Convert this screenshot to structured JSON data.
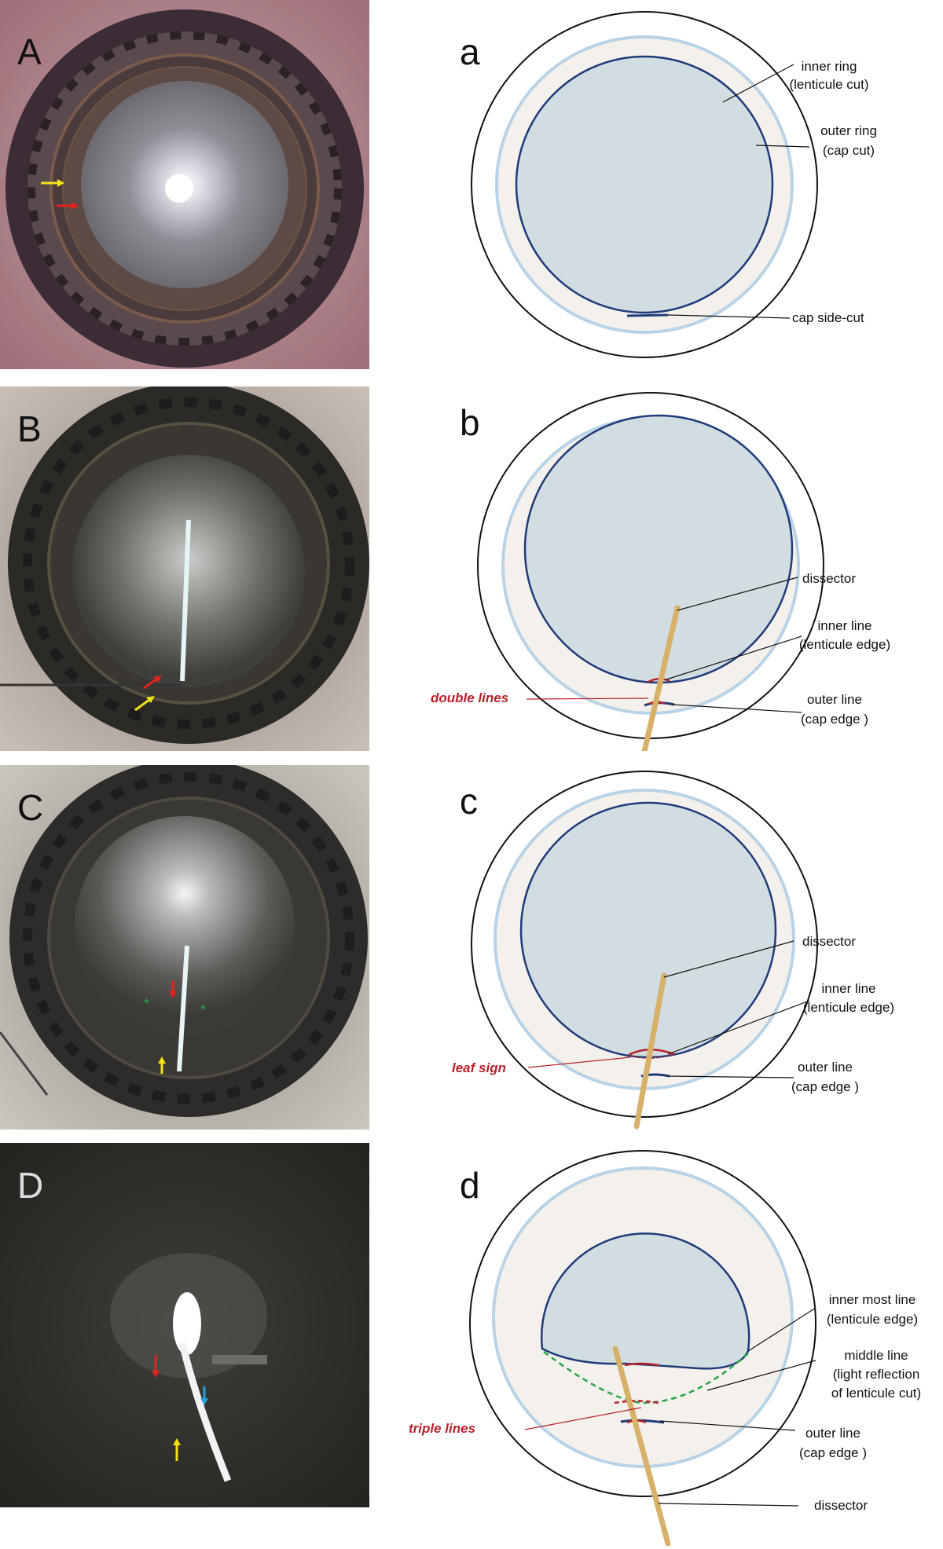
{
  "panels": [
    {
      "photo_letter": "A",
      "diagram_letter": "a",
      "labels": [
        {
          "key": "inner_ring_1",
          "text": "inner ring"
        },
        {
          "key": "inner_ring_2",
          "text": "(lenticule cut)"
        },
        {
          "key": "outer_ring_1",
          "text": "outer ring"
        },
        {
          "key": "outer_ring_2",
          "text": "(cap cut)"
        },
        {
          "key": "cap_sidecut",
          "text": "cap side-cut"
        }
      ]
    },
    {
      "photo_letter": "B",
      "diagram_letter": "b",
      "labels": [
        {
          "key": "dissector",
          "text": "dissector"
        },
        {
          "key": "inner_line_1",
          "text": "inner line"
        },
        {
          "key": "inner_line_2",
          "text": "(lenticule edge)"
        },
        {
          "key": "outer_line_1",
          "text": "outer line"
        },
        {
          "key": "outer_line_2",
          "text": "(cap edge )"
        }
      ],
      "red_label": "double lines"
    },
    {
      "photo_letter": "C",
      "diagram_letter": "c",
      "labels": [
        {
          "key": "dissector",
          "text": "dissector"
        },
        {
          "key": "inner_line_1",
          "text": "inner line"
        },
        {
          "key": "inner_line_2",
          "text": "(lenticule edge)"
        },
        {
          "key": "outer_line_1",
          "text": "outer line"
        },
        {
          "key": "outer_line_2",
          "text": "(cap edge )"
        }
      ],
      "red_label": "leaf sign"
    },
    {
      "photo_letter": "D",
      "diagram_letter": "d",
      "labels": [
        {
          "key": "innermost_1",
          "text": "inner most line"
        },
        {
          "key": "innermost_2",
          "text": "(lenticule edge)"
        },
        {
          "key": "middle_1",
          "text": "middle line"
        },
        {
          "key": "middle_2",
          "text": "(light reflection"
        },
        {
          "key": "middle_3",
          "text": "of lenticule cut)"
        },
        {
          "key": "outer_1",
          "text": "outer line"
        },
        {
          "key": "outer_2",
          "text": "(cap edge )"
        },
        {
          "key": "dissector",
          "text": "dissector"
        }
      ],
      "red_label": "triple lines"
    }
  ],
  "colors": {
    "cornea_fill": "#d2dde1",
    "lenticule_ring": "#1f3b7a",
    "cap_ring": "#b9d3e6",
    "cap_band": "#f4f1ec",
    "outer_circle": "#111111",
    "red": "#b8222a",
    "dissector": "#d7b06a",
    "green_dash": "#2aa34a",
    "arrow_yellow": "#f2e21a",
    "arrow_red": "#e0251e"
  }
}
